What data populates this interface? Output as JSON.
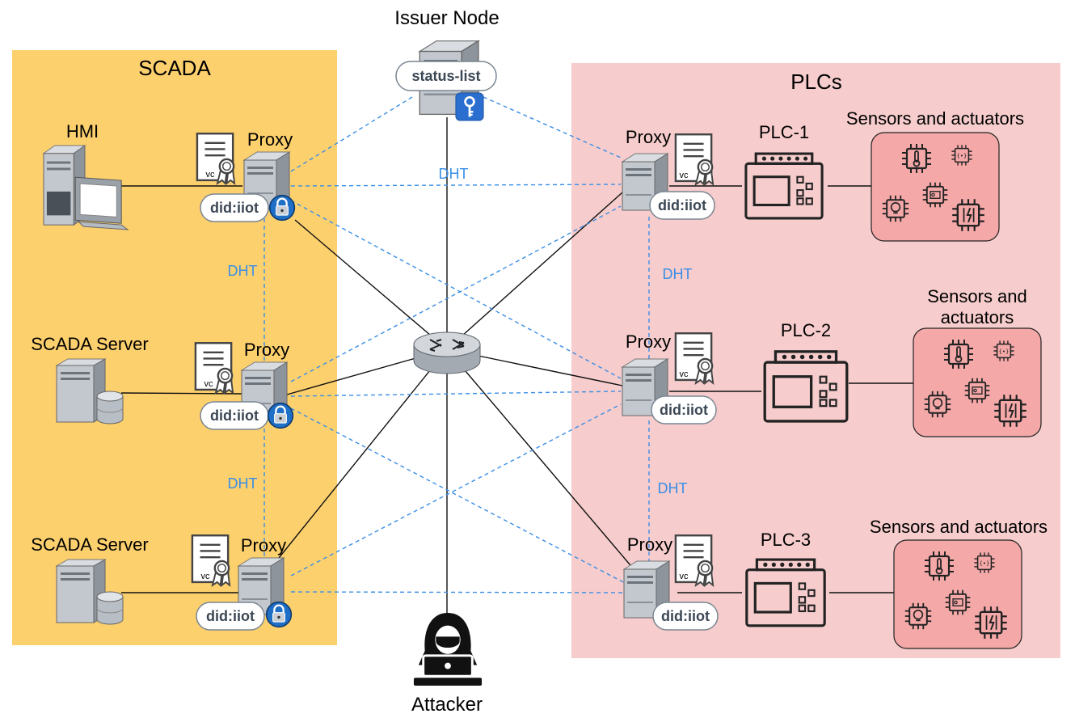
{
  "zones": {
    "scada": {
      "label": "SCADA",
      "fill": "#fdd06e"
    },
    "plcs": {
      "label": "PLCs",
      "fill": "#f6cccc"
    }
  },
  "issuer": {
    "label": "Issuer Node",
    "status_list": "status-list"
  },
  "attacker": {
    "label": "Attacker"
  },
  "scada_nodes": [
    {
      "label": "HMI",
      "proxy_label": "Proxy",
      "did": "did:iiot",
      "vc": "vc"
    },
    {
      "label": "SCADA Server",
      "proxy_label": "Proxy",
      "did": "did:iiot",
      "vc": "vc"
    },
    {
      "label": "SCADA Server",
      "proxy_label": "Proxy",
      "did": "did:iiot",
      "vc": "vc"
    }
  ],
  "plc_nodes": [
    {
      "label": "PLC-1",
      "proxy_label": "Proxy",
      "did": "did:iiot",
      "vc": "vc",
      "sensors_label": "Sensors and actuators"
    },
    {
      "label": "PLC-2",
      "proxy_label": "Proxy",
      "did": "did:iiot",
      "vc": "vc",
      "sensors_label_line1": "Sensors and",
      "sensors_label_line2": "actuators"
    },
    {
      "label": "PLC-3",
      "proxy_label": "Proxy",
      "did": "did:iiot",
      "vc": "vc",
      "sensors_label": "Sensors and actuators"
    }
  ],
  "dht_labels": [
    "DHT",
    "DHT",
    "DHT",
    "DHT",
    "DHT"
  ],
  "colors": {
    "dht_line": "#3a8ee6",
    "link": "#111111",
    "sensor_box": "#f5a8a8"
  }
}
